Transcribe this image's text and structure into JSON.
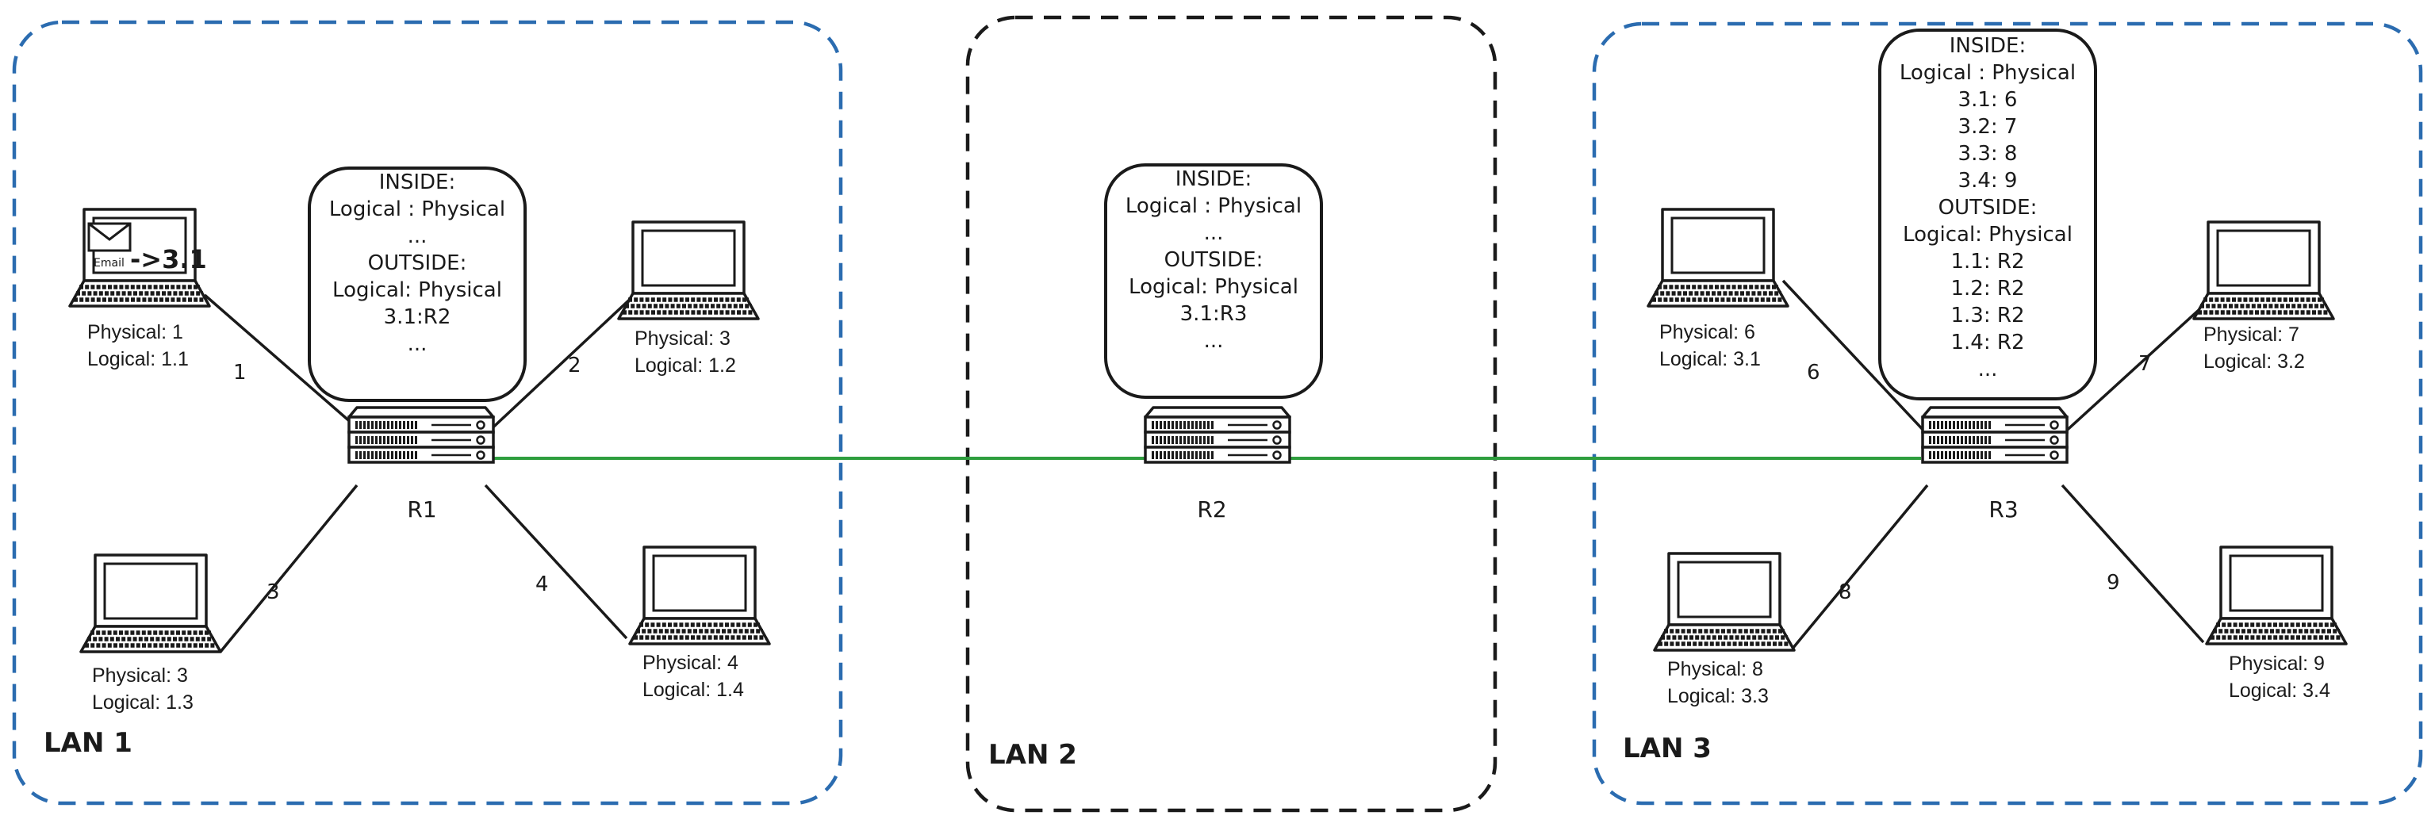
{
  "colors": {
    "lan_blue": "#2b6cb0",
    "lan_black": "#1a1a1a",
    "trunk": "#2e9e3e"
  },
  "lans": {
    "lan1": "LAN 1",
    "lan2": "LAN 2",
    "lan3": "LAN 3"
  },
  "routers": {
    "r1": "R1",
    "r2": "R2",
    "r3": "R3"
  },
  "hosts": {
    "h1": {
      "physical": "Physical: 1",
      "logical": "Logical: 1.1"
    },
    "h2": {
      "physical": "Physical: 3",
      "logical": "Logical: 1.2"
    },
    "h3": {
      "physical": "Physical: 3",
      "logical": "Logical: 1.3"
    },
    "h4": {
      "physical": "Physical: 4",
      "logical": "Logical: 1.4"
    },
    "h6": {
      "physical": "Physical: 6",
      "logical": "Logical: 3.1"
    },
    "h7": {
      "physical": "Physical: 7",
      "logical": "Logical: 3.2"
    },
    "h8": {
      "physical": "Physical: 8",
      "logical": "Logical: 3.3"
    },
    "h9": {
      "physical": "Physical: 9",
      "logical": "Logical: 3.4"
    }
  },
  "links": {
    "l1": "1",
    "l2": "2",
    "l3": "3",
    "l4": "4",
    "l6": "6",
    "l7": "7",
    "l8": "8",
    "l9": "9"
  },
  "email": {
    "label": "Email",
    "dest": "->3.1"
  },
  "tables": {
    "r1": [
      "INSIDE:",
      "Logical : Physical",
      "...",
      "OUTSIDE:",
      "Logical: Physical",
      "3.1:R2",
      "..."
    ],
    "r2": [
      "INSIDE:",
      "Logical : Physical",
      "...",
      "OUTSIDE:",
      "Logical: Physical",
      "3.1:R3",
      "..."
    ],
    "r3": [
      "INSIDE:",
      "Logical : Physical",
      "3.1: 6",
      "3.2: 7",
      "3.3: 8",
      "3.4: 9",
      "OUTSIDE:",
      "Logical: Physical",
      "1.1: R2",
      "1.2: R2",
      "1.3: R2",
      "1.4: R2",
      "..."
    ]
  }
}
